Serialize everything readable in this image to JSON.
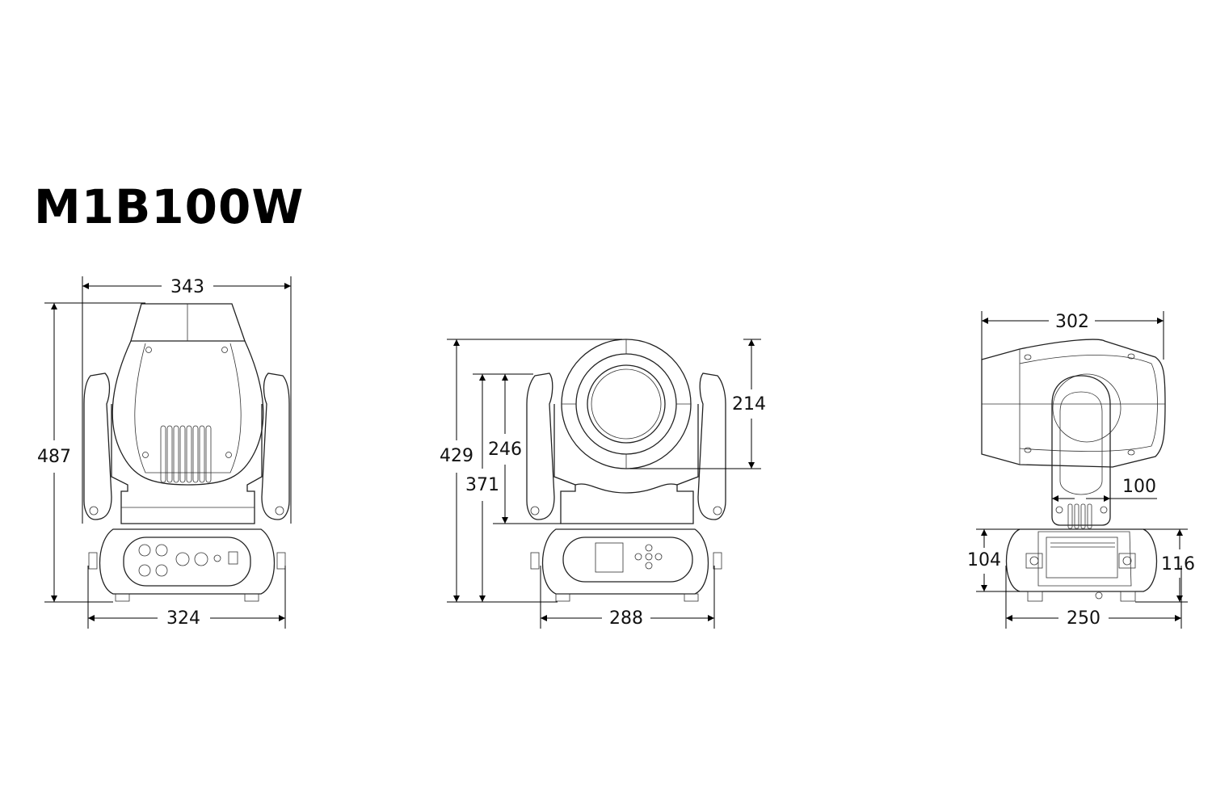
{
  "title": "M1B100W",
  "views": {
    "front": {
      "width_top": "343",
      "height": "487",
      "width_base": "324"
    },
    "rear": {
      "height_total": "429",
      "height_to_tilt_axis": "371",
      "yoke_height": "246",
      "head_height": "214",
      "width_base": "288"
    },
    "side": {
      "head_length": "302",
      "arm_width": "100",
      "base_height": "104",
      "base_height_with_feet": "116",
      "base_depth": "250"
    }
  },
  "colors": {
    "line": "#222222",
    "background": "#ffffff"
  }
}
